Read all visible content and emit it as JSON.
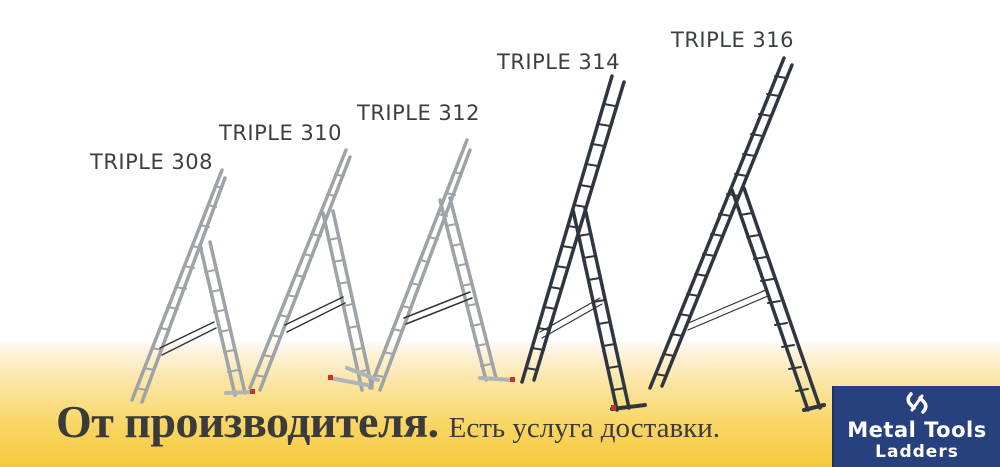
{
  "banner": {
    "models": [
      {
        "label": "TRIPLE 308",
        "finish": "aluminum"
      },
      {
        "label": "TRIPLE 310",
        "finish": "aluminum"
      },
      {
        "label": "TRIPLE 312",
        "finish": "aluminum"
      },
      {
        "label": "TRIPLE 314",
        "finish": "dark"
      },
      {
        "label": "TRIPLE 316",
        "finish": "dark"
      }
    ],
    "slogan": {
      "main": "От производителя.",
      "sub": "Есть услуга доставки."
    },
    "logo": {
      "line1": "Metal Tools",
      "line2": "Ladders",
      "icon": "logo-swirl-icon"
    },
    "colors": {
      "aluminum": "#9ea3a8",
      "dark": "#2f3640",
      "logo_bg": "#27417e",
      "label_text": "#3a3f44",
      "slogan_text": "#3b3b3b",
      "foot_red": "#c8332a",
      "gradient_bottom": "#f6c93a"
    }
  }
}
